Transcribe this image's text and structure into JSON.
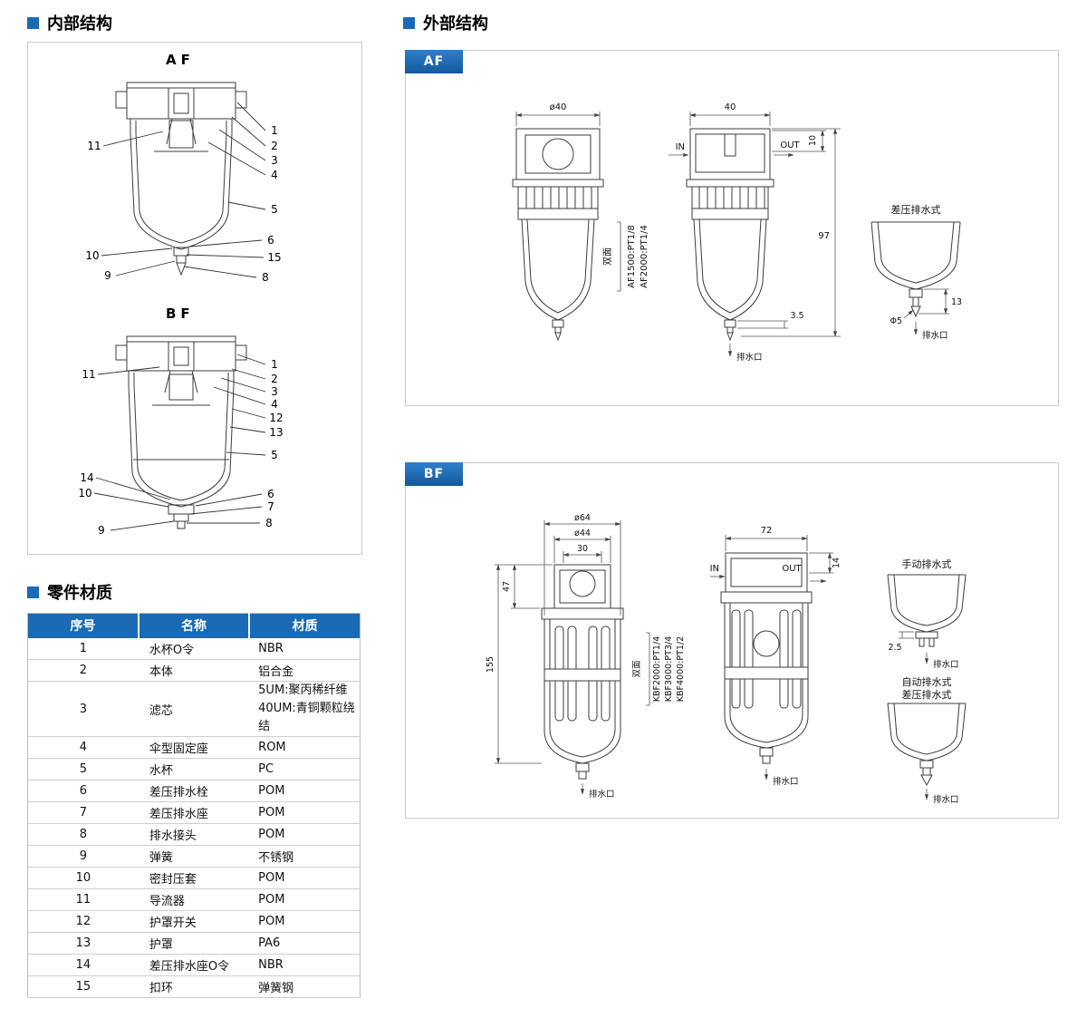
{
  "colors": {
    "accent": "#1a6ab5",
    "line": "#3c3c3c",
    "border": "#c9c9c9"
  },
  "sections": {
    "internal_title": "内部结构",
    "materials_title": "零件材质",
    "external_title": "外部结构"
  },
  "internal": {
    "af": {
      "label": "AF",
      "right": [
        "1",
        "2",
        "3",
        "4",
        "5",
        "6",
        "15",
        "8"
      ],
      "left": [
        "11",
        "10",
        "9"
      ]
    },
    "bf": {
      "label": "BF",
      "right": [
        "1",
        "2",
        "3",
        "4",
        "12",
        "13",
        "5",
        "6",
        "7",
        "8"
      ],
      "left": [
        "11",
        "14",
        "10",
        "9"
      ]
    }
  },
  "materials_table": {
    "headers": [
      "序号",
      "名称",
      "材质"
    ],
    "rows": [
      {
        "no": "1",
        "name": "水杯O令",
        "material": "NBR"
      },
      {
        "no": "2",
        "name": "本体",
        "material": "铝合金"
      },
      {
        "no": "3",
        "name": "滤芯",
        "material": "5UM:聚丙稀纤维",
        "material2": "40UM:青铜颗粒绕结"
      },
      {
        "no": "4",
        "name": "伞型固定座",
        "material": "ROM"
      },
      {
        "no": "5",
        "name": "水杯",
        "material": "PC"
      },
      {
        "no": "6",
        "name": "差压排水栓",
        "material": "POM"
      },
      {
        "no": "7",
        "name": "差压排水座",
        "material": "POM"
      },
      {
        "no": "8",
        "name": "排水接头",
        "material": "POM"
      },
      {
        "no": "9",
        "name": "弹簧",
        "material": "不锈钢"
      },
      {
        "no": "10",
        "name": "密封压套",
        "material": "POM"
      },
      {
        "no": "11",
        "name": "导流器",
        "material": "POM"
      },
      {
        "no": "12",
        "name": "护罩开关",
        "material": "POM"
      },
      {
        "no": "13",
        "name": "护罩",
        "material": "PA6"
      },
      {
        "no": "14",
        "name": "差压排水座O令",
        "material": "NBR"
      },
      {
        "no": "15",
        "name": "扣环",
        "material": "弹簧钢"
      }
    ]
  },
  "external_af": {
    "tab": "AF",
    "front_dim": "ø40",
    "note": {
      "l1": "双面",
      "l2": "AF1500:PT1/8",
      "l3": "AF2000:PT1/4"
    },
    "side": {
      "dim_top": "40",
      "in": "IN",
      "out": "OUT",
      "port": "10",
      "height": "97",
      "drain_h": "3.5",
      "drain": "排水口"
    },
    "detail": {
      "title": "差压排水式",
      "len": "13",
      "dia": "Φ5",
      "drain": "排水口"
    }
  },
  "external_bf": {
    "tab": "BF",
    "front": {
      "d1": "ø64",
      "d2": "ø44",
      "d3": "30",
      "h_top": "47",
      "h_total": "155",
      "drain": "排水口"
    },
    "note": {
      "l1": "双面",
      "l2": "KBF2000:PT1/4",
      "l3": "KBF3000:PT3/4",
      "l4": "KBF4000:PT1/2"
    },
    "side": {
      "dim_top": "72",
      "in": "IN",
      "out": "OUT",
      "port": "14",
      "drain": "排水口"
    },
    "manual": {
      "title": "手动排水式",
      "dim": "2.5",
      "drain": "排水口"
    },
    "auto": {
      "title1": "自动排水式",
      "title2": "差压排水式",
      "drain": "排水口"
    }
  }
}
